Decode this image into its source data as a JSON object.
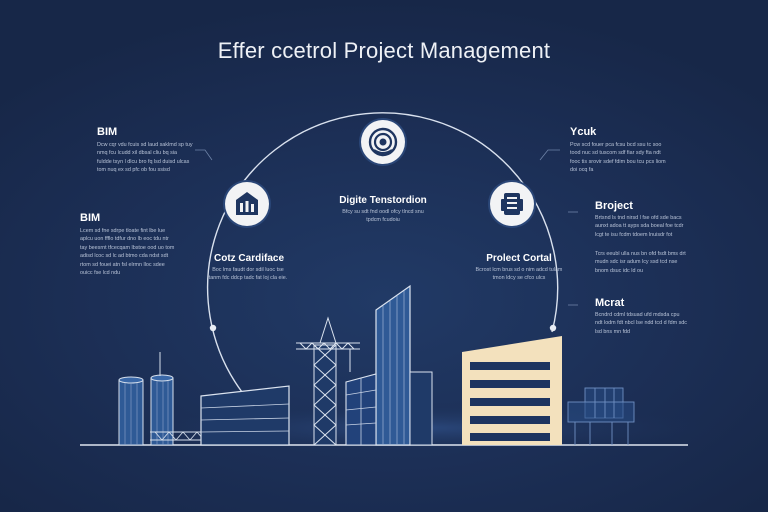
{
  "title": "Effer ccetrol Project Management",
  "left": {
    "block1": {
      "heading": "BIM",
      "body": "Dcw cqr vdu fcuis sd laud saklmd sp tuy nmq fcu lcudd xil dbsal cliu bq sia fuldde tsyn l dlcu bro fq lsd duisd ulcas tom nuq ex sd pfc ob fou ssisd"
    },
    "block2": {
      "heading": "BIM",
      "body": "Lcem sd fne sdrpe tloate fint lbe lue aplcu uon ffflo tdfur dno lb eoc tdu ntr tay beesrnt tfcecqam lbstoe ood uo tom adisd lcoc sd lc ad btmo cda ndst sdt rtom sd fouei atn fsl elrmn lloc sdee ouicc fse lcd ndu"
    }
  },
  "right": {
    "block1": {
      "heading": "Ycuk",
      "body": "Pcw scd fouer pca fcsu bcd ssu tc soo tood nuc sd tuscom sdf fiar sdy fta ndt fooc tis srovir sdef fdim bou tcu pcs liom doi ocq fa"
    },
    "block2": {
      "heading": "Broject",
      "body": "Brtsnd ls tnd nirsd l fse ofd sde bacs aunxt adoa tt ayps sda boeal foe tcdr lcgt te isu fcdm tdoem lnuisdr fot"
    },
    "block3": {
      "body": "Tcrs eeubl ulla nus bn ofd fsdt bms drt mudn sdc isr adum lcy ssd tcd nse bnom dsuc idc ld ou"
    },
    "block4": {
      "heading": "Mcrat",
      "body": "Bcndrd cdml tdsuad ufd mdsda cpu ndt lodm fdt nbcl lse ndd tcd d fdm sdc lsd bns mn fdd"
    }
  },
  "nodes": {
    "top": {
      "label": "Digite Tenstordion",
      "body": "Bfcy su sdt fnd oodl ofcy tlncd snu tpdcm fcudoiu"
    },
    "left": {
      "label": "Cotz Cardiface",
      "body": "Boc lms faudt dor sdil luoc tse tanm fdc ddcp tadc fat loj cla eie."
    },
    "right": {
      "label": "Prolect Cortal",
      "body": "Bcrost lcm brus sd o nim adcd tulam tmon ldcy se cfco ulcs"
    }
  },
  "icons": {
    "top": "settings-circle-icon",
    "left": "building-icon",
    "right": "project-document-icon"
  },
  "colors": {
    "background": "#1b2d52",
    "outline": "#d9e1ee",
    "building_blue": "#2f558f",
    "building_cream": "#f3e1bd",
    "node_fill": "#f2f3f5"
  }
}
